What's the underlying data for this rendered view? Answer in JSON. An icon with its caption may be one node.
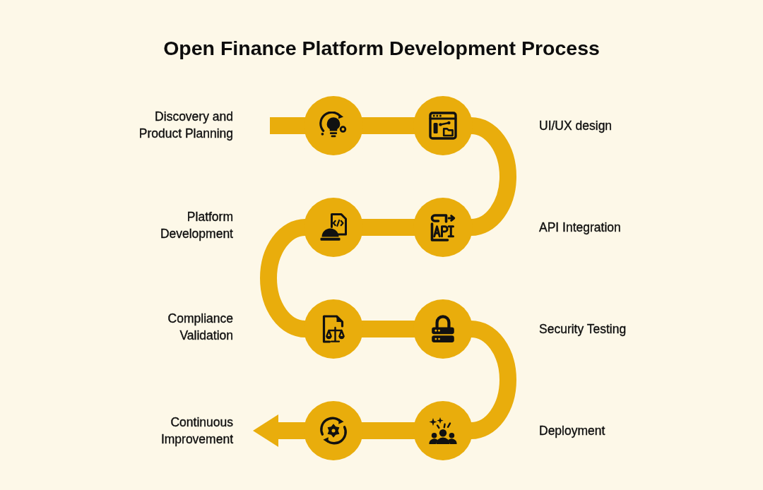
{
  "diagram": {
    "title": "Open Finance Platform Development Process",
    "nodes": [
      {
        "text": [],
        "shape": "circle"
      },
      {
        "text": [],
        "shape": "circle"
      },
      {
        "text": [],
        "shape": "circle"
      },
      {
        "text": [],
        "shape": "circle"
      },
      {
        "text": [],
        "shape": "circle"
      },
      {
        "text": [],
        "shape": "circle"
      },
      {
        "text": [],
        "shape": "circle"
      },
      {
        "text": [],
        "shape": "circle"
      }
    ],
    "edges": [
      {
        "from": null,
        "to": 0,
        "arrow": "none"
      },
      {
        "from": 0,
        "to": 1,
        "arrow": "none"
      },
      {
        "from": 1,
        "to": 2,
        "arrow": "none"
      },
      {
        "from": 2,
        "to": 3,
        "arrow": "none"
      },
      {
        "from": 3,
        "to": 4,
        "arrow": "none"
      },
      {
        "from": 4,
        "to": 5,
        "arrow": "none"
      },
      {
        "from": 5,
        "to": 6,
        "arrow": "none"
      },
      {
        "from": 6,
        "to": 7,
        "arrow": "none"
      },
      {
        "from": 7,
        "to": null,
        "arrow": "to"
      }
    ],
    "labels": [
      "Discovery and Product Planning",
      "UI/UX design",
      "Platform Development",
      "API Integration",
      "Compliance Validation",
      "Security Testing",
      "Continuous Improvement",
      "Deployment"
    ]
  }
}
